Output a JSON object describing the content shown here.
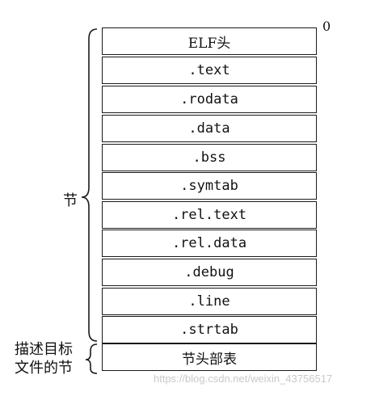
{
  "diagram": {
    "offset_label": "0",
    "sections": [
      {
        "label": "ELF头",
        "style": "serif"
      },
      {
        "label": ".text",
        "style": "mono"
      },
      {
        "label": ".rodata",
        "style": "mono"
      },
      {
        "label": ".data",
        "style": "mono"
      },
      {
        "label": ".bss",
        "style": "mono"
      },
      {
        "label": ".symtab",
        "style": "mono"
      },
      {
        "label": ".rel.text",
        "style": "mono"
      },
      {
        "label": ".rel.data",
        "style": "mono"
      },
      {
        "label": ".debug",
        "style": "mono"
      },
      {
        "label": ".line",
        "style": "mono"
      },
      {
        "label": ".strtab",
        "style": "mono"
      },
      {
        "label": "节头部表",
        "style": "serif"
      }
    ],
    "brace_sections_label": "节",
    "brace_table_label_line1": "描述目标",
    "brace_table_label_line2": "文件的节"
  },
  "watermark": "https://blog.csdn.net/weixin_43756517"
}
